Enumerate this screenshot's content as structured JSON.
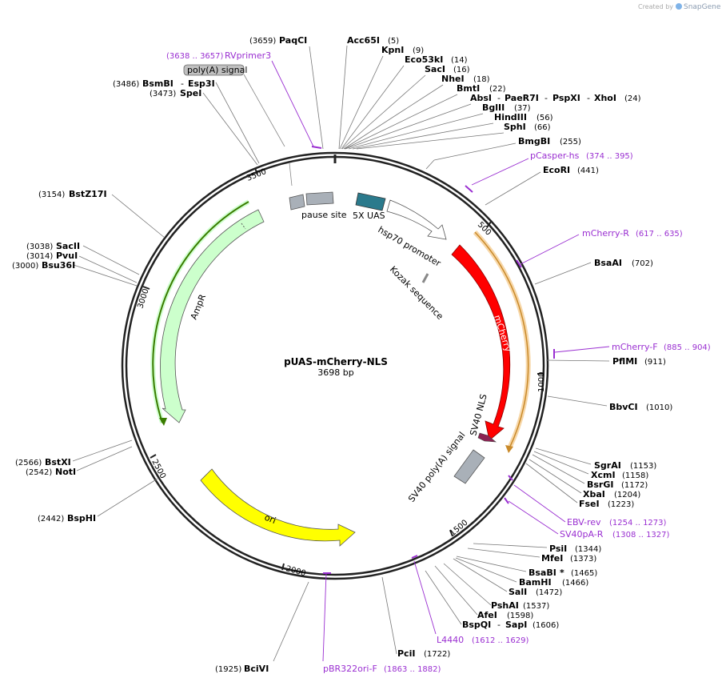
{
  "app": {
    "credit_prefix": "Created by",
    "credit_brand": "SnapGene"
  },
  "plasmid": {
    "name": "pUAS-mCherry-NLS",
    "length_label": "3698 bp",
    "length": 3698
  },
  "ticks": [
    "500",
    "1000",
    "1500",
    "2000",
    "2500",
    "3000",
    "3500"
  ],
  "sites": [
    {
      "name": "PaqCI",
      "pos": "(3659)"
    },
    {
      "name": "Acc65I",
      "pos": "(5)"
    },
    {
      "name": "KpnI",
      "pos": "(9)"
    },
    {
      "name": "Eco53kI",
      "pos": "(14)"
    },
    {
      "name": "SacI",
      "pos": "(16)"
    },
    {
      "name": "NheI",
      "pos": "(18)"
    },
    {
      "name": "BmtI",
      "pos": "(22)"
    },
    {
      "name": "AbsI",
      "sep1": "- ",
      "name2": "PaeR7I",
      "sep2": "- ",
      "name3": "PspXI",
      "sep3": "- ",
      "name4": "XhoI",
      "pos": "(24)"
    },
    {
      "name": "BglII",
      "pos": "(37)"
    },
    {
      "name": "HindIII",
      "pos": "(56)"
    },
    {
      "name": "SphI",
      "pos": "(66)"
    },
    {
      "name": "BmgBI",
      "pos": "(255)"
    },
    {
      "name": "EcoRI",
      "pos": "(441)"
    },
    {
      "name": "BsaAI",
      "pos": "(702)"
    },
    {
      "name": "PflMI",
      "pos": "(911)"
    },
    {
      "name": "BbvCI",
      "pos": "(1010)"
    },
    {
      "name": "SgrAI",
      "pos": "(1153)"
    },
    {
      "name": "XcmI",
      "pos": "(1158)"
    },
    {
      "name": "BsrGI",
      "pos": "(1172)"
    },
    {
      "name": "XbaI",
      "pos": "(1204)"
    },
    {
      "name": "FseI",
      "pos": "(1223)"
    },
    {
      "name": "PsiI",
      "pos": "(1344)"
    },
    {
      "name": "MfeI",
      "pos": "(1373)"
    },
    {
      "name": "BsaBI",
      "star": "*",
      "pos": "(1465)"
    },
    {
      "name": "BamHI",
      "pos": "(1466)"
    },
    {
      "name": "SalI",
      "pos": "(1472)"
    },
    {
      "name": "PshAI",
      "pos": "(1537)"
    },
    {
      "name": "AfeI",
      "pos": "(1598)"
    },
    {
      "name": "BspQI",
      "sep1": "- ",
      "name2": "SapI",
      "pos": "(1606)"
    },
    {
      "name": "PciI",
      "pos": "(1722)"
    },
    {
      "name": "BciVI",
      "pos": "(1925)"
    },
    {
      "name": "BspHI",
      "pos": "(2442)"
    },
    {
      "name": "NotI",
      "pos": "(2542)"
    },
    {
      "name": "BstXI",
      "pos": "(2566)"
    },
    {
      "name": "Bsu36I",
      "pos": "(3000)"
    },
    {
      "name": "PvuI",
      "pos": "(3014)"
    },
    {
      "name": "SacII",
      "pos": "(3038)"
    },
    {
      "name": "BstZ17I",
      "pos": "(3154)"
    },
    {
      "name": "SpeI",
      "pos": "(3473)"
    },
    {
      "name": "BsmBI",
      "sep1": "- ",
      "name2": "Esp3I",
      "pos": "(3486)"
    }
  ],
  "primers": [
    {
      "name": "RVprimer3",
      "range": "(3638 .. 3657)"
    },
    {
      "name": "pCasper-hs",
      "range": "(374 .. 395)"
    },
    {
      "name": "mCherry-R",
      "range": "(617 .. 635)"
    },
    {
      "name": "mCherry-F",
      "range": "(885 .. 904)"
    },
    {
      "name": "EBV-rev",
      "range": "(1254 .. 1273)"
    },
    {
      "name": "SV40pA-R",
      "range": "(1308 .. 1327)"
    },
    {
      "name": "L4440",
      "range": "(1612 .. 1629)"
    },
    {
      "name": "pBR322ori-F",
      "range": "(1863 .. 1882)"
    }
  ],
  "features": {
    "poly_a": "poly(A) signal",
    "pause": "pause site",
    "uas": "5X UAS",
    "hsp70": "hsp70 promoter",
    "kozak": "Kozak sequence",
    "mcherry": "mCherry",
    "sv40nls": "SV40 NLS",
    "sv40pa": "SV40 poly(A) signal",
    "ori": "ori",
    "ampr": "AmpR"
  },
  "colors": {
    "mcherry": "#ff0000",
    "ori": "#ffff00",
    "ampr": "#ccffcc",
    "uas": "#2b7a8c",
    "sv40nls": "#8b2252",
    "primer": "#9a2fd1",
    "orf_mcherry": "#f0b060",
    "orf_ampr": "#3a7d00"
  }
}
